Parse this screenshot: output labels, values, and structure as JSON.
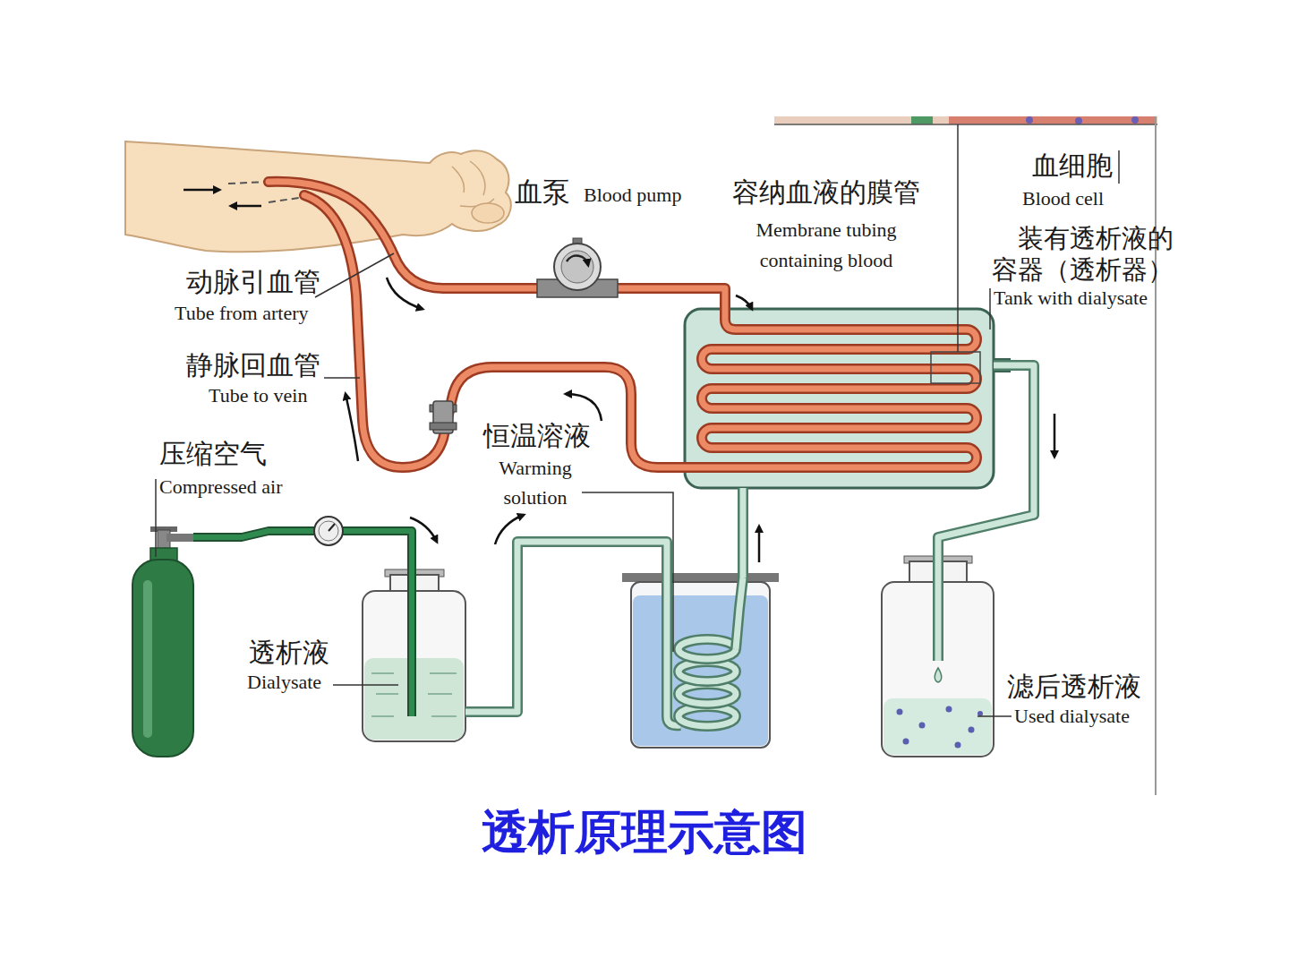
{
  "diagram": {
    "caption": "透析原理示意图",
    "nodes": [
      {
        "text": [
          "血泵",
          "Blood pump"
        ]
      },
      {
        "text": [
          "装有透析液的 容器（透析器）",
          "Tank with dialysate"
        ]
      },
      {
        "text": [
          "压缩空气",
          "Compressed air"
        ]
      },
      {
        "text": [
          "恒温溶液",
          "Warming solution"
        ]
      },
      {
        "text": [
          "透析液",
          "Dialysate"
        ]
      },
      {
        "text": [
          "滤后透析液",
          "Used dialysate"
        ]
      }
    ],
    "edges": [
      {
        "from": 0,
        "to": 1,
        "arrow": "none"
      },
      {
        "from": 2,
        "to": 4,
        "arrow": "none"
      },
      {
        "from": 4,
        "to": 3,
        "arrow": "none"
      },
      {
        "from": 3,
        "to": 1,
        "arrow": "none"
      },
      {
        "from": 1,
        "to": 5,
        "arrow": "none"
      }
    ],
    "labels": [
      "血细胞",
      "Blood cell",
      "容纳血液的膜管",
      "Membrane tubing containing blood",
      "动脉引血管",
      "Tube from artery",
      "静脉回血管",
      "Tube to vein"
    ]
  }
}
